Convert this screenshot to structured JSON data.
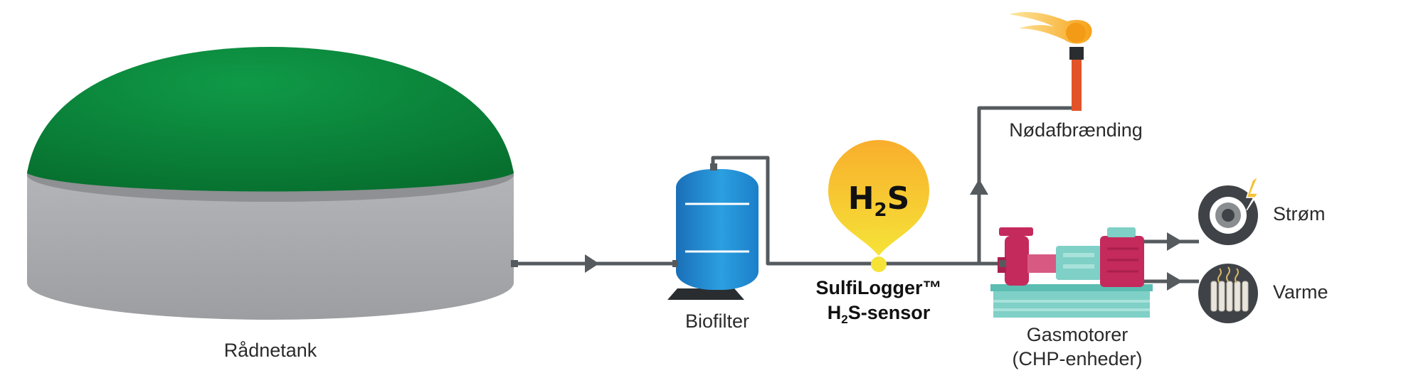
{
  "diagram": {
    "components": {
      "tank": {
        "label": "Rådnetank"
      },
      "biofilter": {
        "label": "Biofilter"
      },
      "sensor": {
        "badge_main": "H",
        "badge_sub": "2",
        "badge_tail": "S",
        "label_line1": "SulfiLogger™",
        "label_line2_main": "H",
        "label_line2_sub": "2",
        "label_line2_tail": "S-sensor"
      },
      "flare": {
        "label": "Nødafbrænding"
      },
      "engine": {
        "label_line1": "Gasmotorer",
        "label_line2": "(CHP-enheder)"
      },
      "power": {
        "label": "Strøm"
      },
      "heat": {
        "label": "Varme"
      }
    },
    "colors": {
      "pipe": "#555a5e",
      "tank_dome": "#0d8a3e",
      "tank_wall": "#a9abae",
      "biofilter": "#1f8fd8",
      "sensor_pin": "#f9c21b",
      "flare_pipe": "#e2532a",
      "engine": "#c42a5c",
      "engine_base": "#7fd0c6",
      "output_icon": "#3f4347"
    }
  }
}
